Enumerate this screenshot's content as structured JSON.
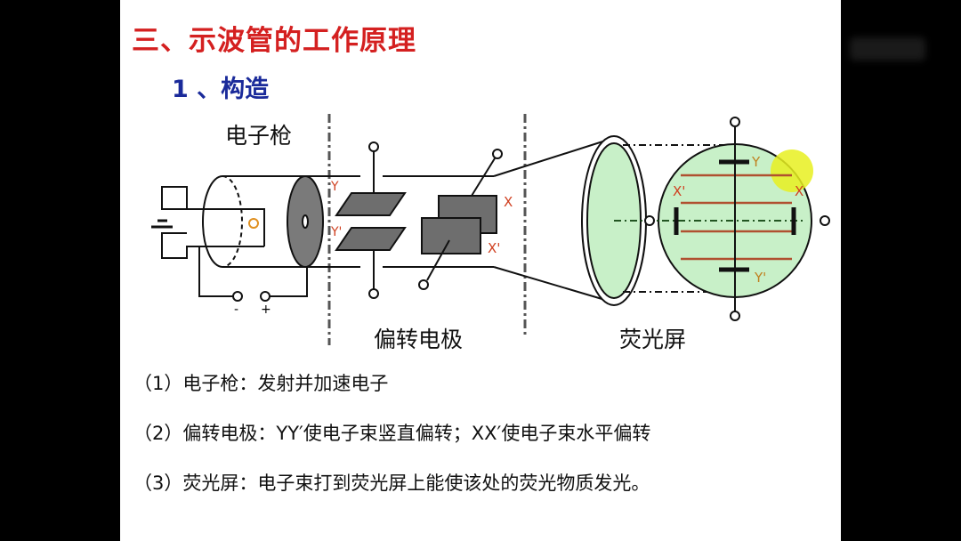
{
  "slide": {
    "title": "三、示波管的工作原理",
    "subtitle": "1 、构造",
    "diagram": {
      "gun_label": "电子枪",
      "plates_label": "偏转电极",
      "screen_label": "荧光屏",
      "minus": "-",
      "plus": "+",
      "y": "Y",
      "y_prime": "Y'",
      "x": "X",
      "x_prime": "X'",
      "colors": {
        "screen": "#c8f0c8",
        "plate": "#6e6e6e",
        "marker": "#d04020",
        "trace": "#b05030"
      }
    },
    "lines": [
      "（1）电子枪：发射并加速电子",
      "（2）偏转电极：YY′使电子束竖直偏转；XX′使电子束水平偏转",
      "（3）荧光屏：电子束打到荧光屏上能使该处的荧光物质发光。"
    ]
  }
}
